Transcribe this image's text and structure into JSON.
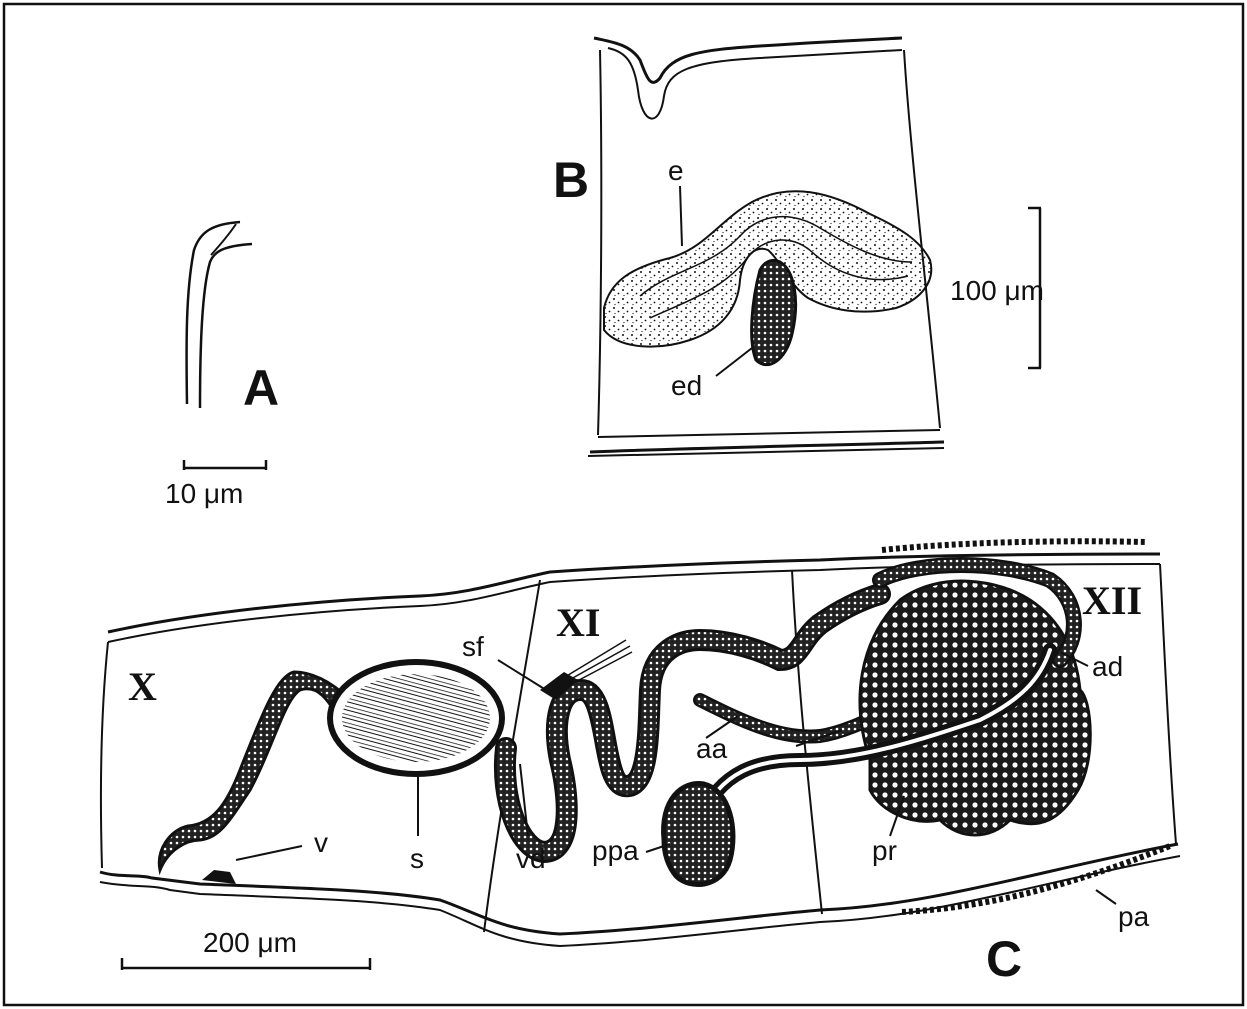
{
  "panels": {
    "a": {
      "letter": "A",
      "scale": "10 μm"
    },
    "b": {
      "letter": "B",
      "scale": "100 μm",
      "labels": {
        "e": "e",
        "ed": "ed"
      }
    },
    "c": {
      "letter": "C",
      "scale": "200 μm",
      "segments": {
        "x": "X",
        "xi": "XI",
        "xii": "XII"
      },
      "labels": {
        "sf": "sf",
        "v": "v",
        "s": "s",
        "vd": "vd",
        "aa": "aa",
        "ppa": "ppa",
        "pr": "pr",
        "ad": "ad",
        "pa": "pa"
      }
    }
  }
}
